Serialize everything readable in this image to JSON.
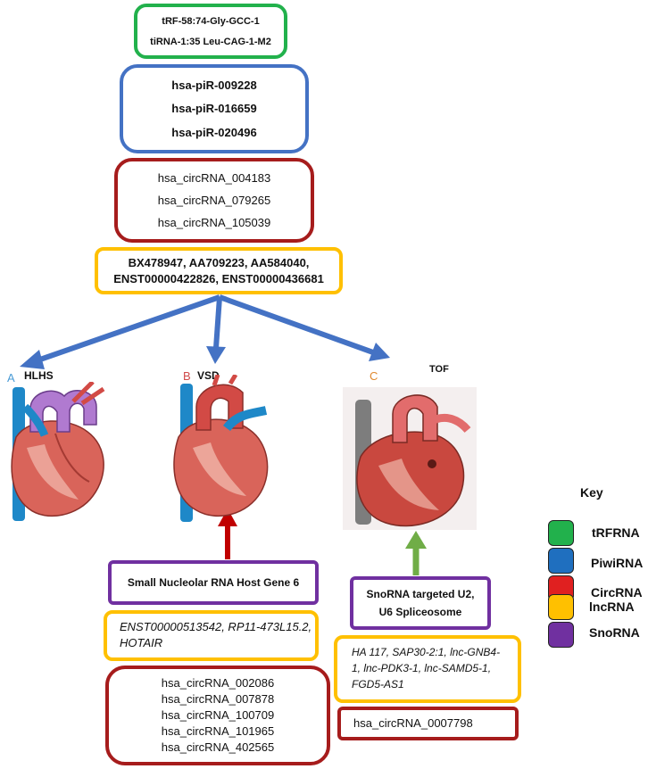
{
  "colors": {
    "trf": "#22b14c",
    "piwi": "#4472c4",
    "circ": "#b71c1c",
    "lnc": "#ffc000",
    "sno": "#7030a0",
    "arrow_blue": "#4472c4",
    "arrow_red": "#c00000",
    "arrow_green": "#70ad47"
  },
  "top": {
    "trf": [
      "tRF-58:74-Gly-GCC-1",
      "tiRNA-1:35 Leu-CAG-1-M2"
    ],
    "piwi": [
      "hsa-piR-009228",
      "hsa-piR-016659",
      "hsa-piR-020496"
    ],
    "circ": [
      "hsa_circRNA_004183",
      "hsa_circRNA_079265",
      "hsa_circRNA_105039"
    ],
    "lnc": [
      "BX478947, AA709223, AA584040,",
      "ENST00000422826, ENST00000436681"
    ]
  },
  "hearts": {
    "a_letter": "A",
    "a_label": "HLHS",
    "b_letter": "B",
    "b_label": "VSD",
    "c_letter": "C",
    "c_label": "TOF"
  },
  "vsd": {
    "sno": "Small Nucleolar RNA Host Gene 6",
    "lnc": [
      "ENST00000513542, RP11-473L15.2,",
      "HOTAIR"
    ],
    "circ": [
      "hsa_circRNA_002086",
      "hsa_circRNA_007878",
      "hsa_circRNA_100709",
      "hsa_circRNA_101965",
      "hsa_circRNA_402565"
    ]
  },
  "tof": {
    "sno": [
      "SnoRNA targeted U2,",
      "U6 Spliceosome"
    ],
    "lnc": [
      "HA 117, SAP30-2:1, lnc-GNB4-",
      "1, lnc-PDK3-1, lnc-SAMD5-1,",
      "FGD5-AS1"
    ],
    "circ": "hsa_circRNA_0007798"
  },
  "key": {
    "title": "Key",
    "items": [
      {
        "label": "tRFRNA",
        "color": "#22b14c"
      },
      {
        "label": "PiwiRNA",
        "color": "#1f6fbf"
      },
      {
        "label": "CircRNA",
        "color": "#e02020"
      },
      {
        "label": "lncRNA",
        "color": "#ffc000"
      },
      {
        "label": "SnoRNA",
        "color": "#7030a0"
      }
    ]
  }
}
